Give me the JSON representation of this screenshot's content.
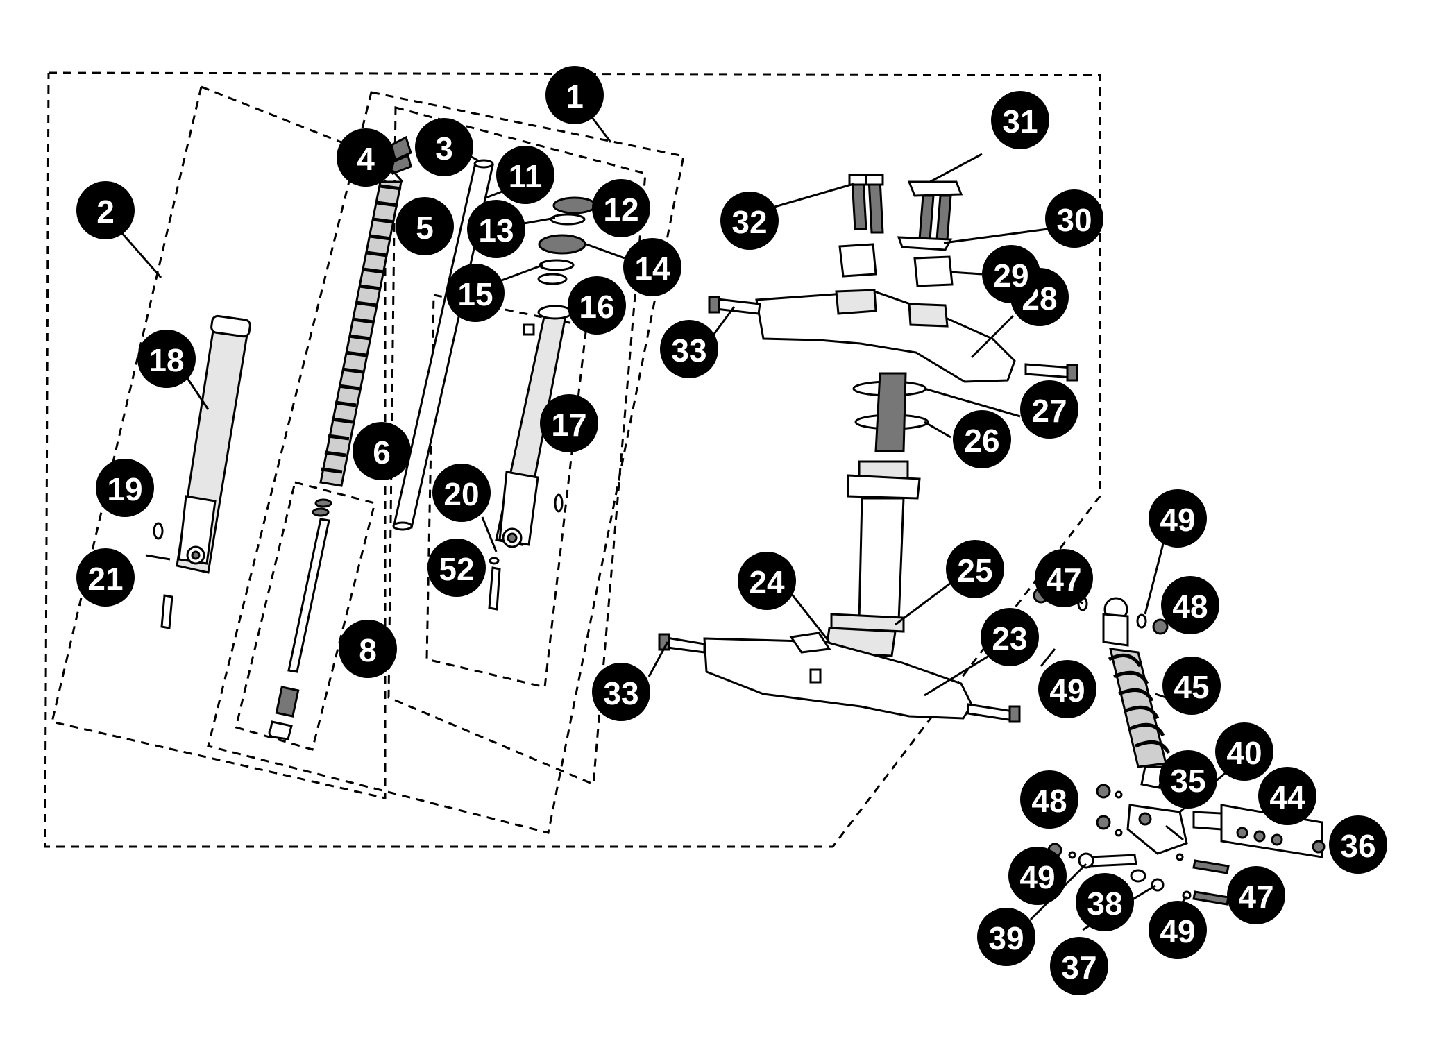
{
  "diagram": {
    "callouts": [
      "1",
      "2",
      "3",
      "4",
      "5",
      "6",
      "8",
      "11",
      "12",
      "13",
      "14",
      "15",
      "16",
      "17",
      "18",
      "19",
      "20",
      "21",
      "23",
      "24",
      "25",
      "26",
      "27",
      "28",
      "29",
      "30",
      "31",
      "32",
      "33",
      "33",
      "35",
      "36",
      "37",
      "38",
      "39",
      "40",
      "44",
      "45",
      "47",
      "47",
      "48",
      "48",
      "49",
      "49",
      "49",
      "49",
      "49",
      "52"
    ],
    "colors": {
      "callout_fill": "#000000",
      "callout_text": "#ffffff",
      "line": "#000000"
    }
  }
}
